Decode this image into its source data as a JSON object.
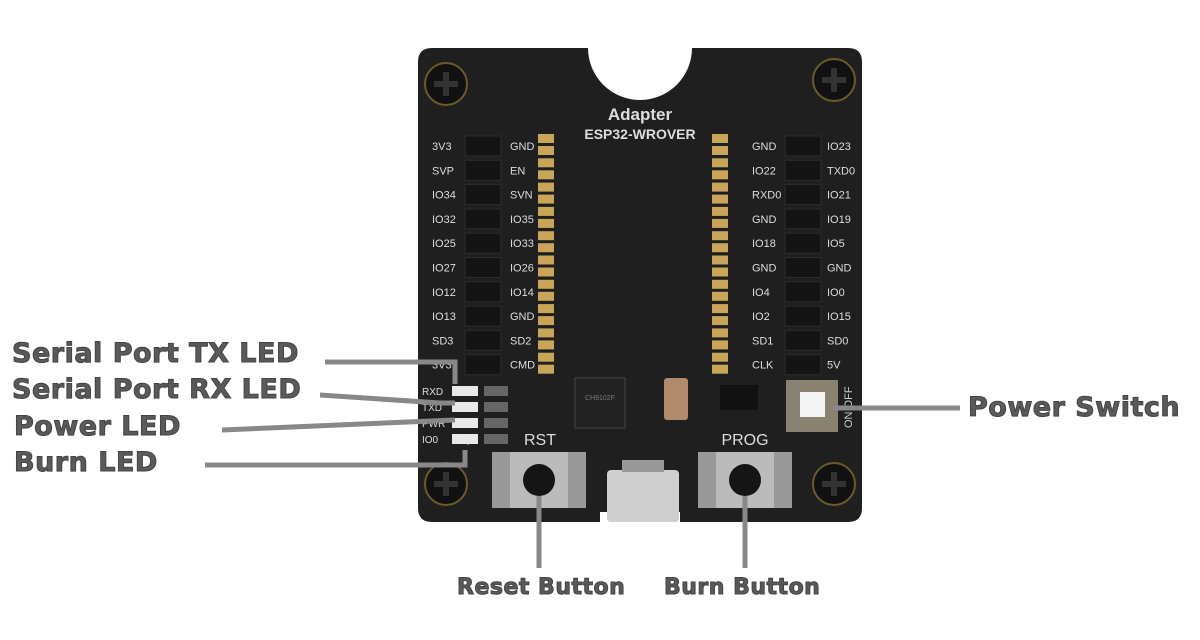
{
  "board": {
    "title": "Adapter",
    "model": "ESP32-WROVER",
    "left_outer_pins": [
      "3V3",
      "SVP",
      "IO34",
      "IO32",
      "IO25",
      "IO27",
      "IO12",
      "IO13",
      "SD3",
      "3V3"
    ],
    "left_inner_pins": [
      "GND",
      "EN",
      "SVN",
      "IO35",
      "IO33",
      "IO26",
      "IO14",
      "GND",
      "SD2",
      "CMD"
    ],
    "right_inner_pins": [
      "GND",
      "IO22",
      "RXD0",
      "GND",
      "IO18",
      "GND",
      "IO4",
      "IO2",
      "SD1",
      "CLK"
    ],
    "right_outer_pins": [
      "IO23",
      "TXD0",
      "IO21",
      "IO19",
      "IO5",
      "GND",
      "IO0",
      "IO15",
      "SD0",
      "5V"
    ],
    "led_labels": [
      "RXD",
      "TXD",
      "PWR",
      "IO0"
    ],
    "plus_mark": "+",
    "rst_label": "RST",
    "prog_label": "PROG",
    "switch_label": "ON OFF",
    "chip_text": "CH9102F"
  },
  "callouts": {
    "tx_led": "Serial Port TX LED",
    "rx_led": "Serial Port RX LED",
    "power_led": "Power LED",
    "burn_led": "Burn LED",
    "power_switch": "Power Switch",
    "reset_button": "Reset Button",
    "burn_button": "Burn Button"
  },
  "colors": {
    "board": "#1f1f1f",
    "callout_line": "#888888",
    "gold": "#c9a55a"
  }
}
